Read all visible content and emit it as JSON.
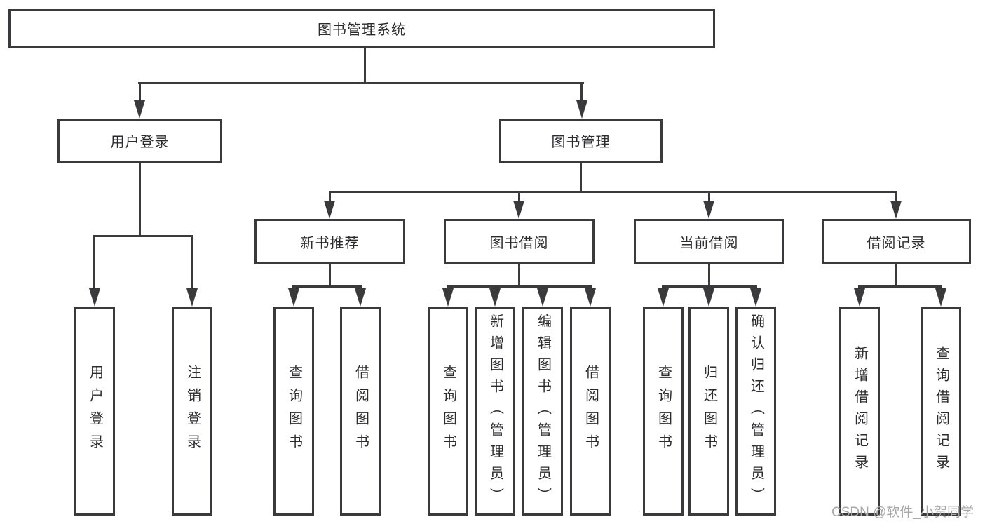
{
  "diagram": {
    "type": "hierarchy",
    "background": "#ffffff",
    "colors": {
      "line": "#3a3a3c",
      "box_border": "#3a3a3c",
      "box_fill": "#ffffff",
      "text": "#2c2c2f",
      "watermark": "#a8a8a8"
    },
    "nodes": {
      "root": "图书管理系统",
      "user_login": "用户登录",
      "book_mgmt": "图书管理",
      "new_rec": "新书推荐",
      "borrow": "图书借阅",
      "current": "当前借阅",
      "records": "借阅记录",
      "leaf_login": "用户登录",
      "leaf_logout": "注销登录",
      "rec_query": "查询图书",
      "rec_borrow": "借阅图书",
      "bor_query": "查询图书",
      "bor_add": "新增图书（管理员）",
      "bor_edit": "编辑图书（管理员）",
      "bor_borrow": "借阅图书",
      "cur_query": "查询图书",
      "cur_return": "归还图书",
      "cur_confirm": "确认归还（管理员）",
      "hist_add": "新增借阅记录",
      "hist_query": "查询借阅记录"
    },
    "edges": [
      {
        "from": "图书管理系统",
        "to": [
          "用户登录",
          "图书管理"
        ]
      },
      {
        "from": "用户登录",
        "to": [
          "用户登录",
          "注销登录"
        ]
      },
      {
        "from": "图书管理",
        "to": [
          "新书推荐",
          "图书借阅",
          "当前借阅",
          "借阅记录"
        ]
      },
      {
        "from": "新书推荐",
        "to": [
          "查询图书",
          "借阅图书"
        ]
      },
      {
        "from": "图书借阅",
        "to": [
          "查询图书",
          "新增图书（管理员）",
          "编辑图书（管理员）",
          "借阅图书"
        ]
      },
      {
        "from": "当前借阅",
        "to": [
          "查询图书",
          "归还图书",
          "确认归还（管理员）"
        ]
      },
      {
        "from": "借阅记录",
        "to": [
          "新增借阅记录",
          "查询借阅记录"
        ]
      }
    ],
    "watermark": "CSDN @软件_小贺同学"
  }
}
